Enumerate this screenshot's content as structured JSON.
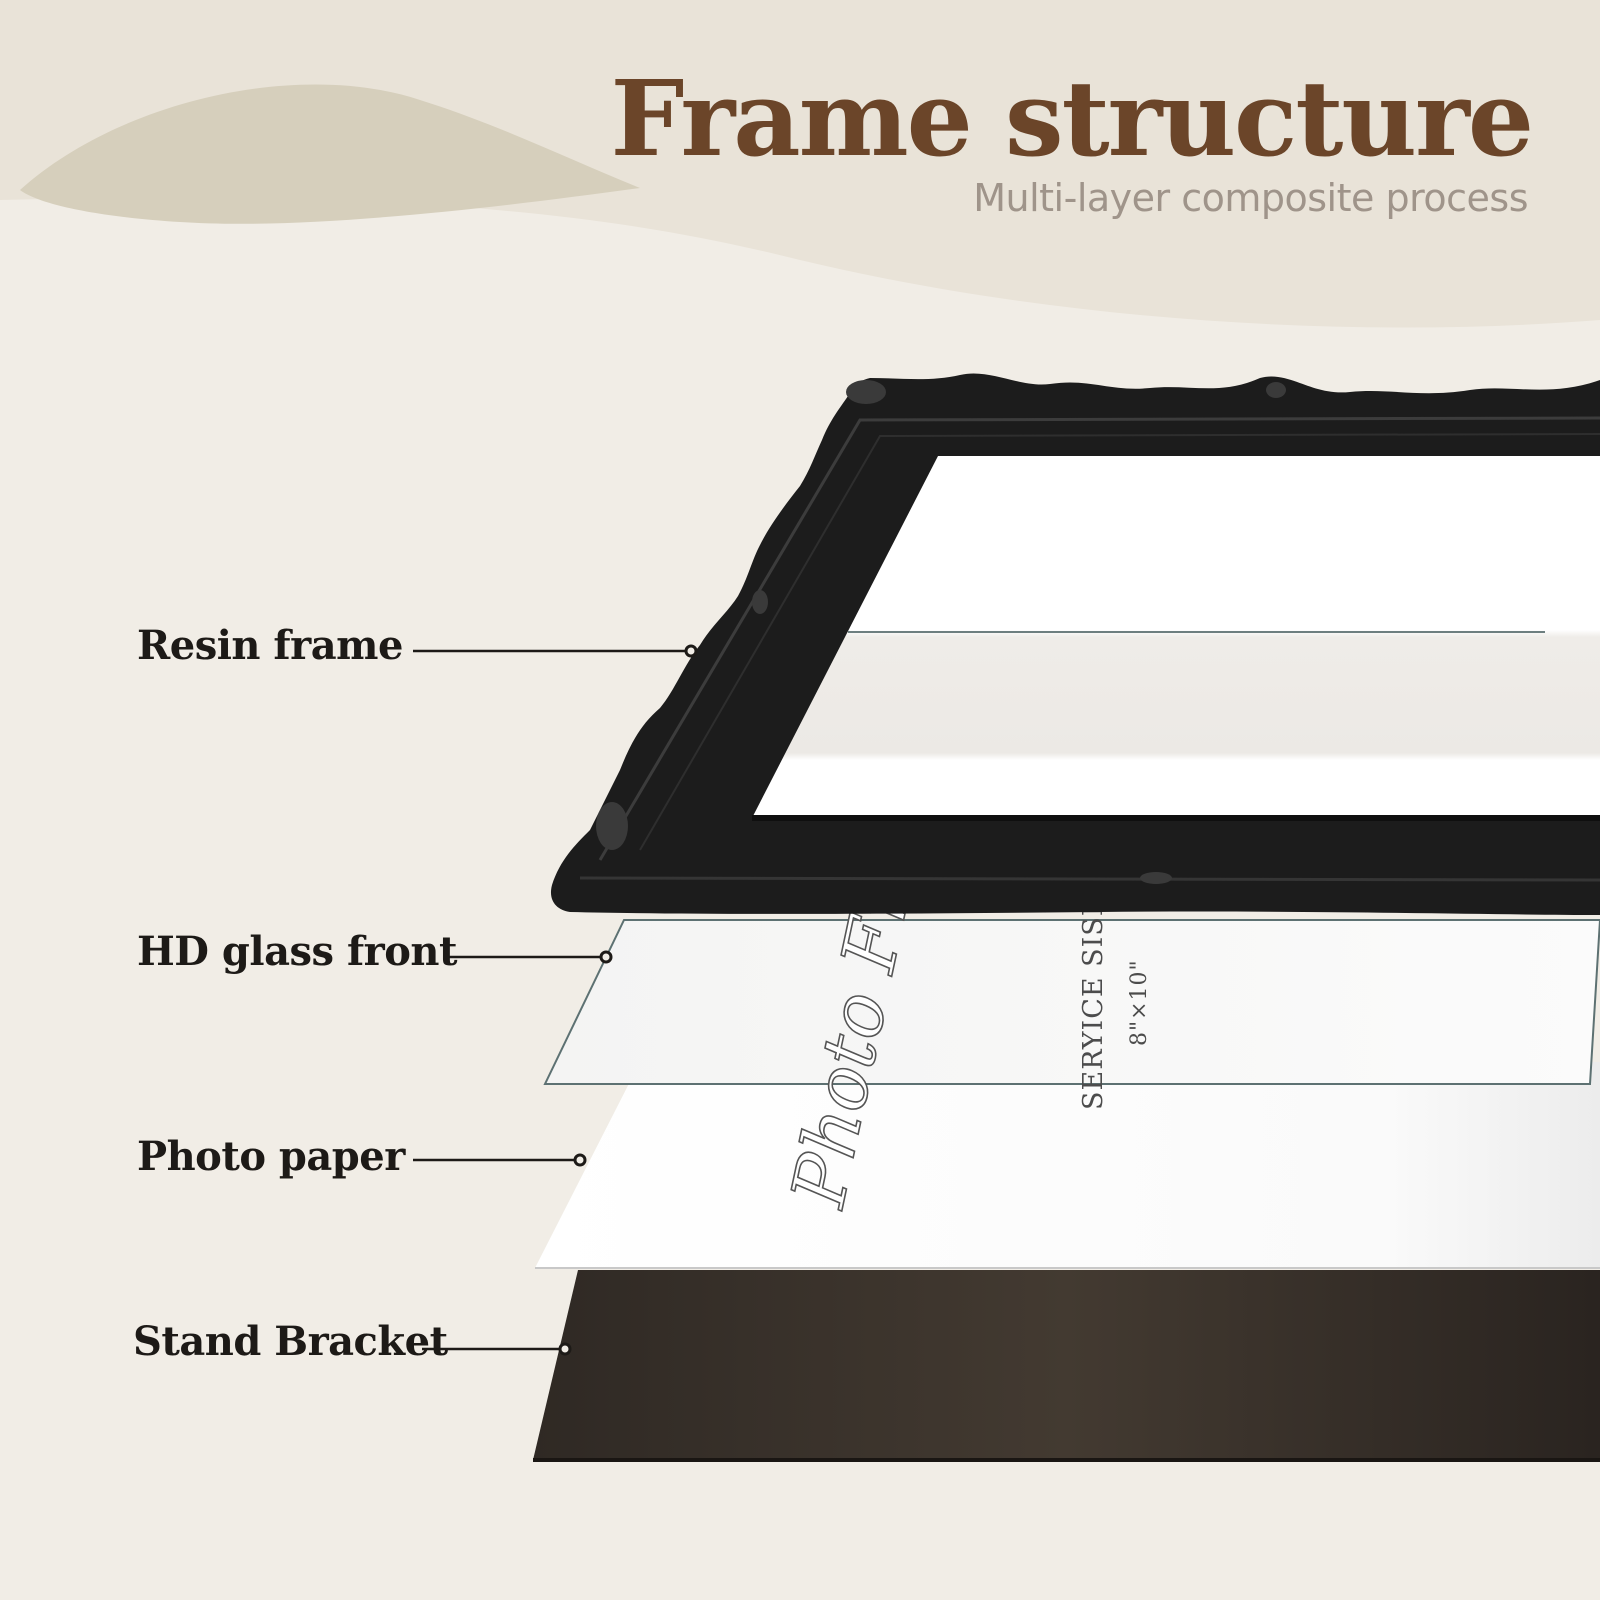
{
  "header": {
    "title": "Frame structure",
    "subtitle": "Multi-layer composite process"
  },
  "layers": [
    {
      "label": "Resin frame"
    },
    {
      "label": "HD glass front"
    },
    {
      "label": "Photo paper"
    },
    {
      "label": "Stand Bracket"
    }
  ],
  "paper_print": {
    "script": "Photo Fra",
    "service": "SERYICE SISE",
    "size": "8\"×10\""
  },
  "colors": {
    "background": "#f1ede6",
    "wave": "#d6cfbc",
    "title": "#6b4529",
    "subtitle": "#9f948a",
    "frame": "#1c1c1c",
    "bracket": "#3b332b"
  }
}
